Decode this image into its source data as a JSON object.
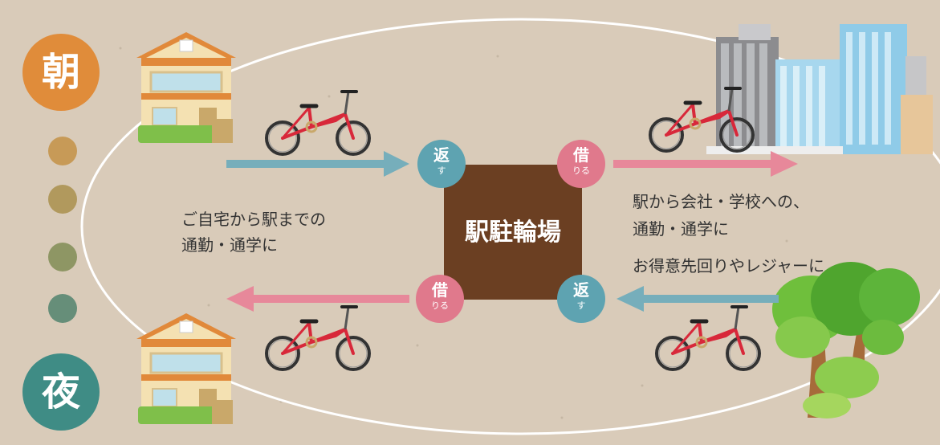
{
  "time_labels": {
    "morning": "朝",
    "night": "夜"
  },
  "center": {
    "label": "駅駐輪場"
  },
  "badges": {
    "return_main": "返",
    "return_sub": "す",
    "rent_main": "借",
    "rent_sub": "りる"
  },
  "left_caption": [
    "ご自宅から駅までの",
    "通勤・通学に"
  ],
  "right_caption": [
    "駅から会社・学校への、",
    "通勤・通学に",
    "お得意先回りやレジャーに"
  ],
  "colors": {
    "background": "#d9cbb9",
    "morning": "#e08c3a",
    "night": "#3f8c85",
    "center_box": "#6b3f22",
    "return_badge": "#5ea3b1",
    "rent_badge": "#e0798c",
    "arrow_blue": "#76aebb",
    "arrow_pink": "#e7889a",
    "bike_frame": "#d8283a",
    "dots": [
      "#c79a57",
      "#b1995d",
      "#8e9664",
      "#668e79"
    ]
  },
  "icons": [
    "house-icon",
    "bicycle-icon",
    "office-buildings-icon",
    "trees-icon"
  ]
}
